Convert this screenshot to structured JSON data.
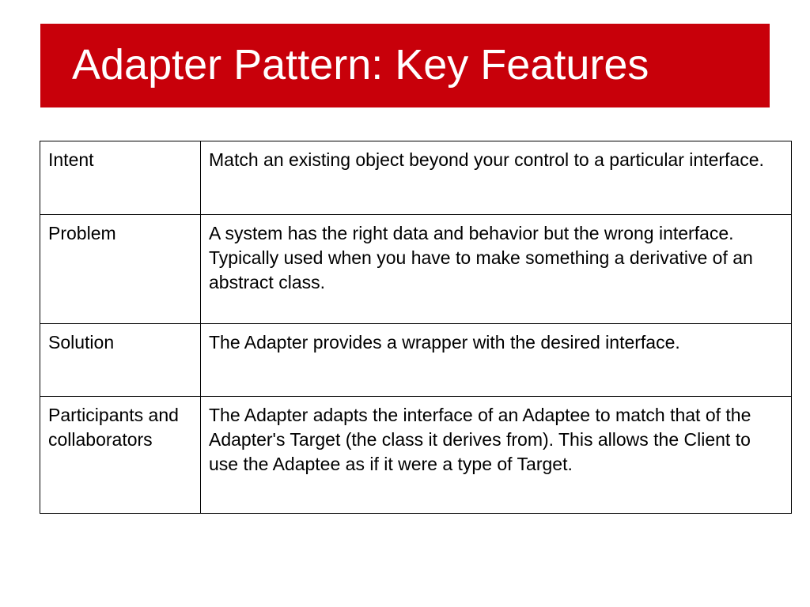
{
  "title": "Adapter Pattern: Key Features",
  "colors": {
    "title_banner": "#c8000a",
    "title_text": "#ffffff",
    "table_border": "#000000",
    "background": "#ffffff"
  },
  "table": {
    "rows": [
      {
        "label": "Intent",
        "description": "Match an existing object beyond your control to a particular interface."
      },
      {
        "label": "Problem",
        "description": "A system has the right data and behavior but the wrong interface. Typically used when you have to make something a derivative of an abstract class."
      },
      {
        "label": "Solution",
        "description": "The Adapter provides a wrapper with the desired interface."
      },
      {
        "label": "Participants and collaborators",
        "description": "The Adapter adapts the interface of an Adaptee to match that of the Adapter's Target (the class it derives from). This allows the Client to use the Adaptee as if it were a type of Target."
      }
    ]
  }
}
